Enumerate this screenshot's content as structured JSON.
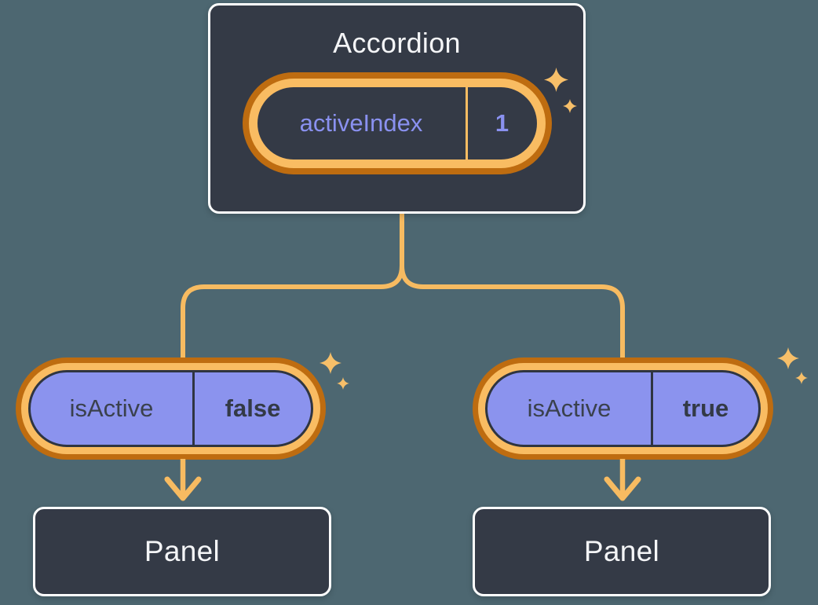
{
  "diagram": {
    "description": "React state diagram: Accordion passing isActive down to two Panels",
    "colors": {
      "background": "#4D6771",
      "node_fill": "#343A46",
      "node_border": "#FFFFFF",
      "pill_purple": "#8B93EE",
      "ring_light_orange": "#F9BC62",
      "ring_dark_orange": "#BE6C10",
      "connector_orange": "#F7BB61",
      "sparkle_orange": "#F7BF69",
      "state_text_purple": "#8A91F0",
      "text_on_purple": "#3A414D",
      "text_light": "#F4F5F7"
    }
  },
  "accordion": {
    "title": "Accordion",
    "state": {
      "name": "activeIndex",
      "value": "1"
    }
  },
  "children": [
    {
      "prop": {
        "name": "isActive",
        "value": "false"
      },
      "panel_label": "Panel"
    },
    {
      "prop": {
        "name": "isActive",
        "value": "true"
      },
      "panel_label": "Panel"
    }
  ]
}
